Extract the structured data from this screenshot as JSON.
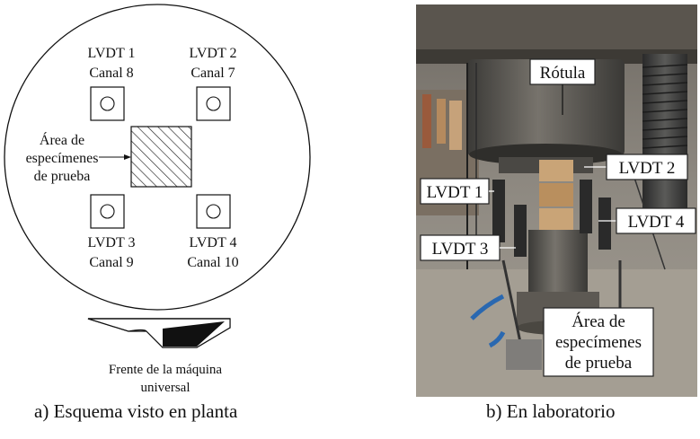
{
  "panel_a": {
    "sensors": [
      {
        "name": "LVDT 1",
        "channel": "Canal 8"
      },
      {
        "name": "LVDT 2",
        "channel": "Canal 7"
      },
      {
        "name": "LVDT 3",
        "channel": "Canal 9"
      },
      {
        "name": "LVDT 4",
        "channel": "Canal 10"
      }
    ],
    "specimen_area": [
      "Área de",
      "especímenes",
      "de prueba"
    ],
    "machine_front": [
      "Frente de la máquina",
      "universal"
    ],
    "caption": "a) Esquema visto en planta"
  },
  "panel_b": {
    "labels": {
      "rotula": "Rótula",
      "lvdt1": "LVDT 1",
      "lvdt2": "LVDT 2",
      "lvdt3": "LVDT 3",
      "lvdt4": "LVDT 4",
      "specimen_area": [
        "Área de",
        "especímenes",
        "de prueba"
      ]
    },
    "caption": "b) En laboratorio"
  }
}
